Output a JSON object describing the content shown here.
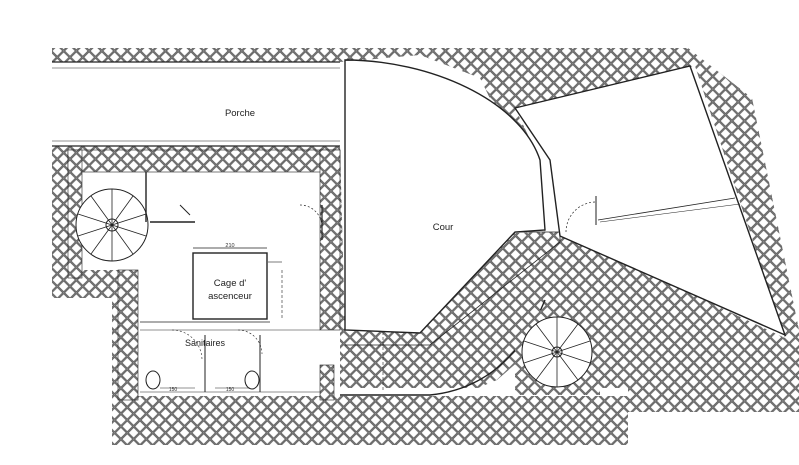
{
  "rooms": {
    "porche": "Porche",
    "cour": "Cour",
    "cage_line1": "Cage d'",
    "cage_line2": "ascenceur",
    "sanitaires": "Sanitaires"
  },
  "dimensions": {
    "elevator_width": "210",
    "wc_left": "150",
    "wc_right": "150"
  }
}
